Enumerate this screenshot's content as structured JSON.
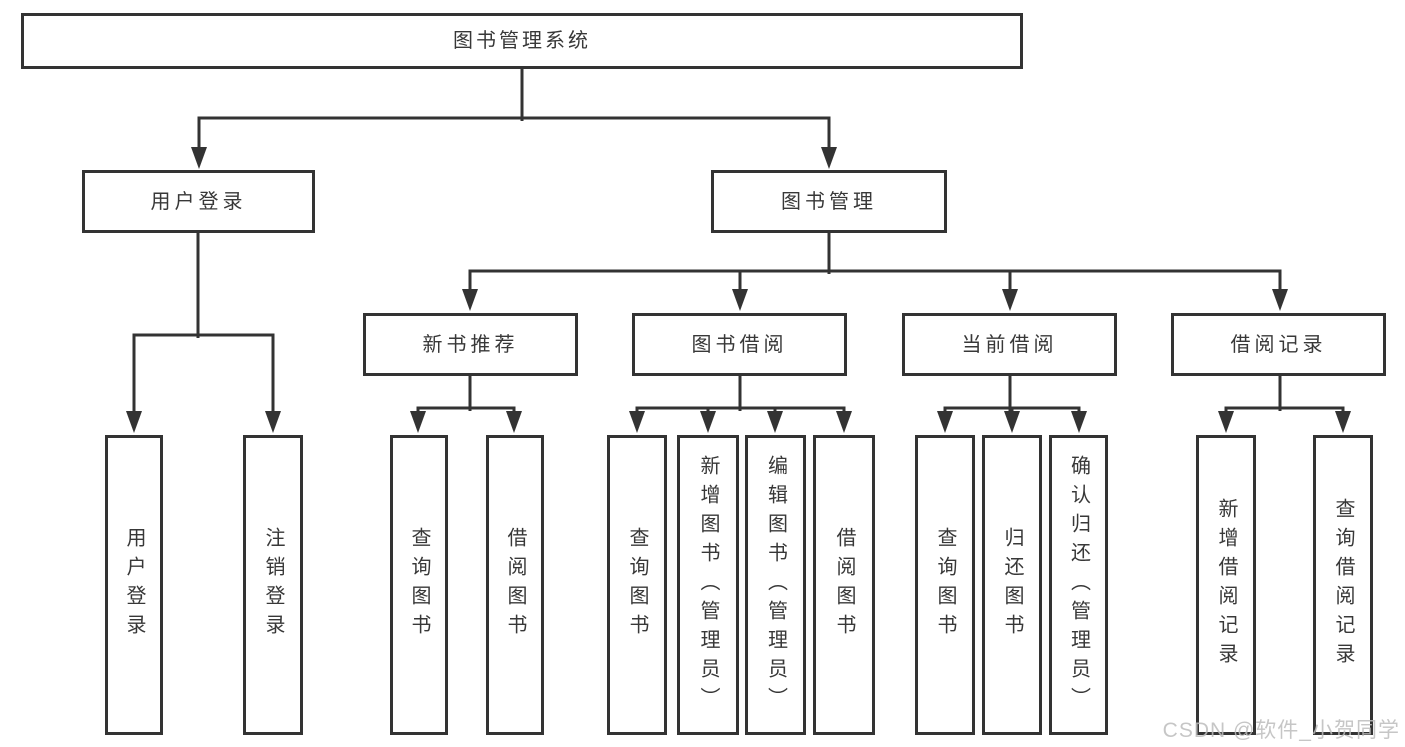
{
  "colors": {
    "line": "#333333",
    "text": "#383838",
    "watermark": "#bdbdbd"
  },
  "tree": {
    "root": {
      "label": "图书管理系统",
      "children": [
        {
          "label": "用户登录",
          "children": [
            {
              "label": "用户登录"
            },
            {
              "label": "注销登录"
            }
          ]
        },
        {
          "label": "图书管理",
          "children": [
            {
              "label": "新书推荐",
              "children": [
                {
                  "label": "查询图书"
                },
                {
                  "label": "借阅图书"
                }
              ]
            },
            {
              "label": "图书借阅",
              "children": [
                {
                  "label": "查询图书"
                },
                {
                  "label": "新增图书（管理员）"
                },
                {
                  "label": "编辑图书（管理员）"
                },
                {
                  "label": "借阅图书"
                }
              ]
            },
            {
              "label": "当前借阅",
              "children": [
                {
                  "label": "查询图书"
                },
                {
                  "label": "归还图书"
                },
                {
                  "label": "确认归还（管理员）"
                }
              ]
            },
            {
              "label": "借阅记录",
              "children": [
                {
                  "label": "新增借阅记录"
                },
                {
                  "label": "查询借阅记录"
                }
              ]
            }
          ]
        }
      ]
    }
  },
  "watermark": {
    "text": "CSDN @软件_小贺同学"
  }
}
